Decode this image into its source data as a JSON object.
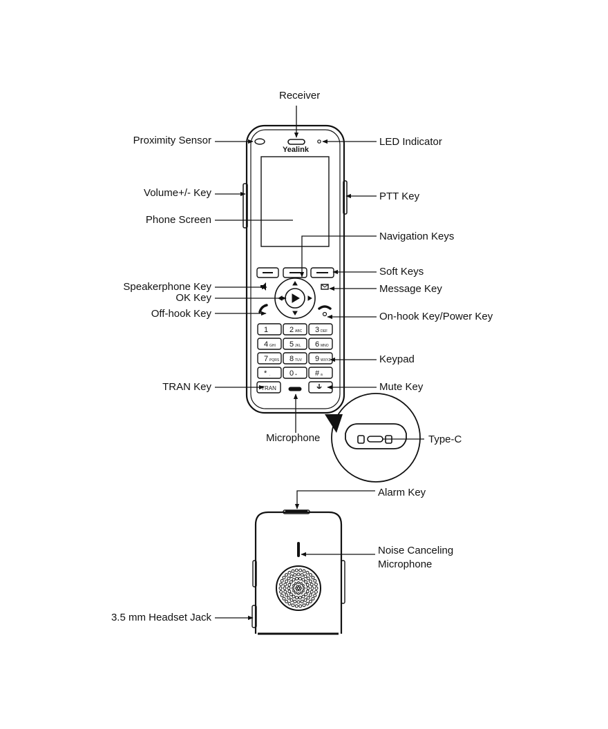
{
  "labels": {
    "receiver": "Receiver",
    "proximity_sensor": "Proximity Sensor",
    "led_indicator": "LED Indicator",
    "volume_key": "Volume+/- Key",
    "ptt_key": "PTT Key",
    "phone_screen": "Phone Screen",
    "navigation_keys": "Navigation Keys",
    "soft_keys": "Soft Keys",
    "speakerphone_key": "Speakerphone Key",
    "message_key": "Message Key",
    "ok_key": "OK Key",
    "offhook_key": "Off-hook Key",
    "onhook_key": "On-hook Key/Power Key",
    "keypad": "Keypad",
    "tran_key": "TRAN Key",
    "mute_key": "Mute Key",
    "microphone": "Microphone",
    "type_c": "Type-C",
    "alarm_key": "Alarm Key",
    "noise_mic_line1": "Noise Canceling",
    "noise_mic_line2": "Microphone",
    "headset_jack": "3.5 mm Headset Jack"
  },
  "brand": "Yealink",
  "keypad": [
    {
      "digit": "1",
      "letters": ""
    },
    {
      "digit": "2",
      "letters": "ABC"
    },
    {
      "digit": "3",
      "letters": "DEF"
    },
    {
      "digit": "4",
      "letters": "GHI"
    },
    {
      "digit": "5",
      "letters": "JKL"
    },
    {
      "digit": "6",
      "letters": "MNO"
    },
    {
      "digit": "7",
      "letters": "PQRS"
    },
    {
      "digit": "8",
      "letters": "TUV"
    },
    {
      "digit": "9",
      "letters": "WXYZ"
    },
    {
      "digit": "*",
      "letters": "."
    },
    {
      "digit": "0",
      "letters": "+"
    },
    {
      "digit": "#",
      "letters": "a"
    }
  ],
  "tran_label": "TRAN"
}
